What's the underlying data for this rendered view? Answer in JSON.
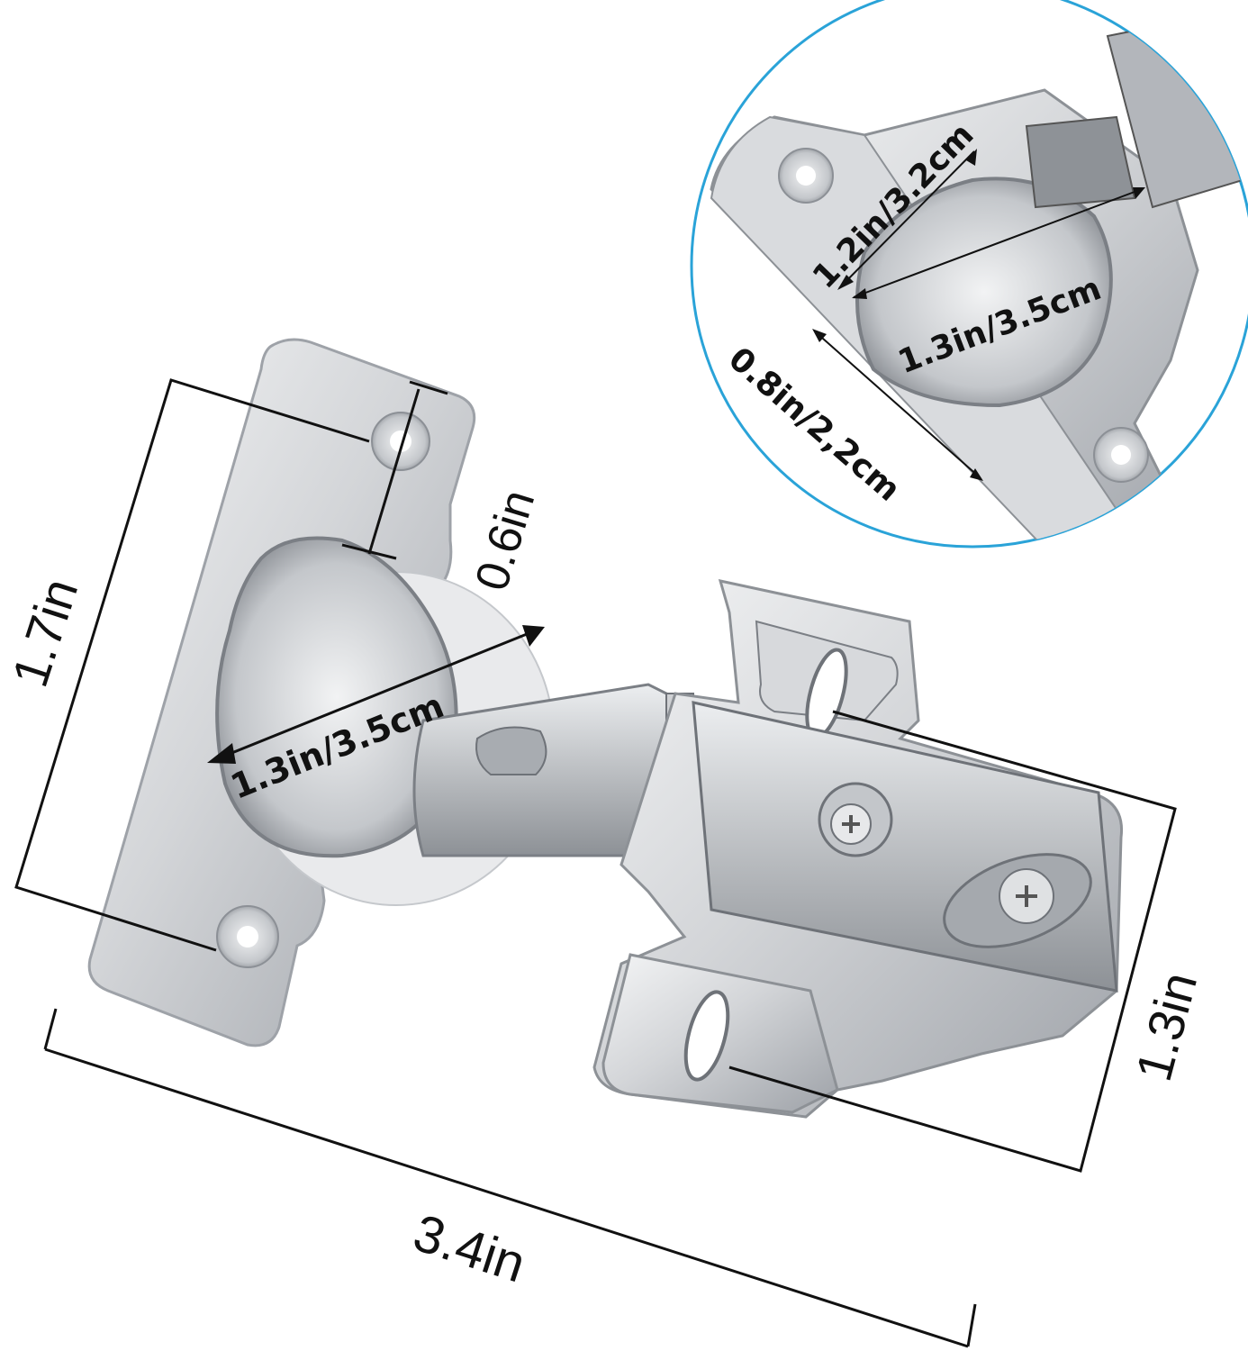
{
  "product": "concealed-cabinet-hinge",
  "colors": {
    "background": "#ffffff",
    "metal_light": "#e6e7e9",
    "metal_mid": "#b9bcc1",
    "metal_dark": "#6e7278",
    "dimension_line": "#111111",
    "inset_border": "#2aa3d8"
  },
  "main_dimensions": {
    "plate_height": "1.7in",
    "hole_offset": "0.6in",
    "cup_diameter": "1.3in/3.5cm",
    "arm_width": "1.3in",
    "overall_length": "3.4in"
  },
  "inset_dimensions": {
    "cup_depth": "1.2in/3.2cm",
    "cup_diameter": "1.3in/3.5cm",
    "plate_edge": "0.8in/2,2cm"
  }
}
